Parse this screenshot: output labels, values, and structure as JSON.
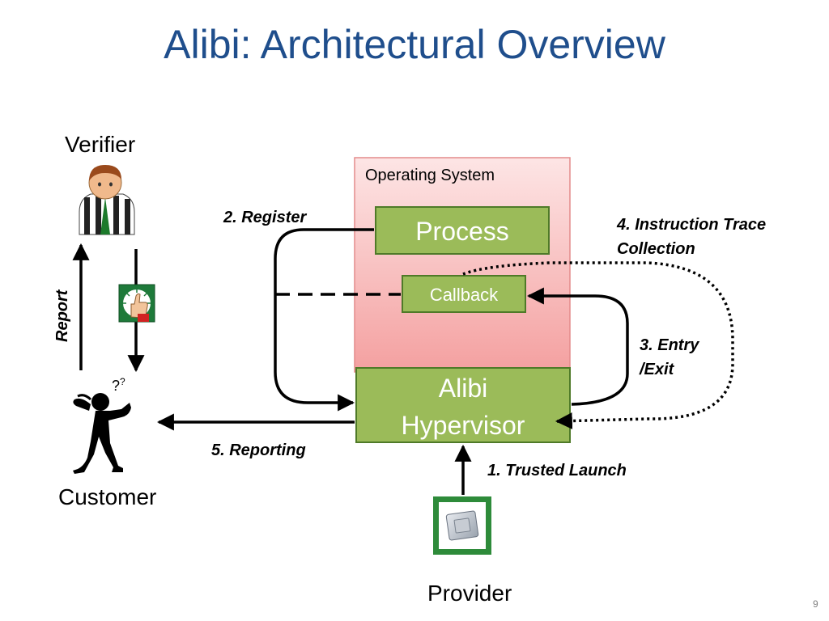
{
  "title": "Alibi: Architectural Overview",
  "actors": {
    "verifier": "Verifier",
    "customer": "Customer",
    "provider": "Provider"
  },
  "boxes": {
    "operating_system": "Operating System",
    "process": "Process",
    "callback": "Callback",
    "hypervisor_line1": "Alibi",
    "hypervisor_line2": "Hypervisor"
  },
  "steps": {
    "trusted_launch": "1. Trusted Launch",
    "register": "2. Register",
    "entry_exit_line1": "3. Entry",
    "entry_exit_line2": "/Exit",
    "trace_line1": "4. Instruction Trace",
    "trace_line2": "Collection",
    "reporting": "5. Reporting",
    "report": "Report"
  },
  "slide_number": "9",
  "icons": {
    "verifier": "referee-person-icon",
    "approval": "thumbs-up-icon",
    "customer": "thinking-person-icon",
    "provider": "cpu-chip-icon"
  },
  "colors": {
    "title": "#1f4e8c",
    "os_top": "#fde3e3",
    "os_bottom": "#f4a4a4",
    "os_border": "#e38b8b",
    "green_box": "#9bbb59",
    "green_border": "#4f7a28",
    "chip_frame": "#2e8b3a"
  }
}
